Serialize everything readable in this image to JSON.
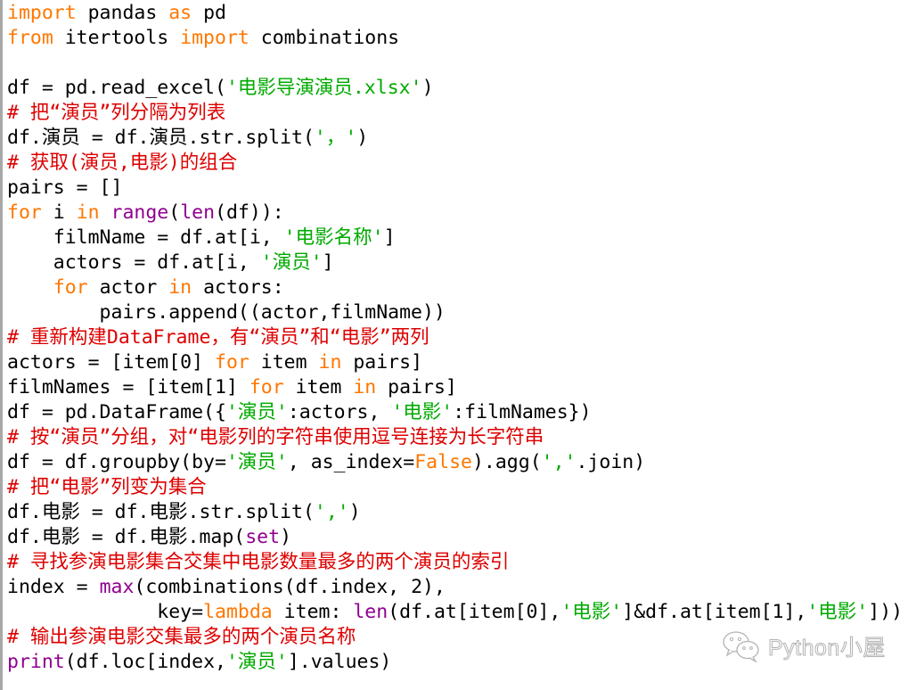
{
  "editor": {
    "language": "python",
    "colors": {
      "keyword": "#ff7700",
      "builtin": "#900090",
      "string": "#00aa00",
      "comment": "#dd0000",
      "plain": "#000000",
      "gutter_border": "#a8a8a8"
    },
    "lines": [
      [
        {
          "t": "kw",
          "v": "import"
        },
        {
          "t": "plain",
          "v": " pandas "
        },
        {
          "t": "kw",
          "v": "as"
        },
        {
          "t": "plain",
          "v": " pd"
        }
      ],
      [
        {
          "t": "kw",
          "v": "from"
        },
        {
          "t": "plain",
          "v": " itertools "
        },
        {
          "t": "kw",
          "v": "import"
        },
        {
          "t": "plain",
          "v": " combinations"
        }
      ],
      [],
      [
        {
          "t": "plain",
          "v": "df = pd.read_excel("
        },
        {
          "t": "str",
          "v": "'电影导演演员.xlsx'"
        },
        {
          "t": "plain",
          "v": ")"
        }
      ],
      [
        {
          "t": "comment",
          "v": "# 把“演员”列分隔为列表"
        }
      ],
      [
        {
          "t": "plain",
          "v": "df.演员 = df.演员.str.split("
        },
        {
          "t": "str",
          "v": "'，'"
        },
        {
          "t": "plain",
          "v": ")"
        }
      ],
      [
        {
          "t": "comment",
          "v": "# 获取(演员,电影)的组合"
        }
      ],
      [
        {
          "t": "plain",
          "v": "pairs = []"
        }
      ],
      [
        {
          "t": "kw",
          "v": "for"
        },
        {
          "t": "plain",
          "v": " i "
        },
        {
          "t": "kw",
          "v": "in"
        },
        {
          "t": "plain",
          "v": " "
        },
        {
          "t": "builtin",
          "v": "range"
        },
        {
          "t": "plain",
          "v": "("
        },
        {
          "t": "builtin",
          "v": "len"
        },
        {
          "t": "plain",
          "v": "(df)):"
        }
      ],
      [
        {
          "t": "plain",
          "v": "    filmName = df.at[i, "
        },
        {
          "t": "str",
          "v": "'电影名称'"
        },
        {
          "t": "plain",
          "v": "]"
        }
      ],
      [
        {
          "t": "plain",
          "v": "    actors = df.at[i, "
        },
        {
          "t": "str",
          "v": "'演员'"
        },
        {
          "t": "plain",
          "v": "]"
        }
      ],
      [
        {
          "t": "plain",
          "v": "    "
        },
        {
          "t": "kw",
          "v": "for"
        },
        {
          "t": "plain",
          "v": " actor "
        },
        {
          "t": "kw",
          "v": "in"
        },
        {
          "t": "plain",
          "v": " actors:"
        }
      ],
      [
        {
          "t": "plain",
          "v": "        pairs.append((actor,filmName))"
        }
      ],
      [
        {
          "t": "comment",
          "v": "# 重新构建DataFrame，有“演员”和“电影”两列"
        }
      ],
      [
        {
          "t": "plain",
          "v": "actors = [item[0] "
        },
        {
          "t": "kw",
          "v": "for"
        },
        {
          "t": "plain",
          "v": " item "
        },
        {
          "t": "kw",
          "v": "in"
        },
        {
          "t": "plain",
          "v": " pairs]"
        }
      ],
      [
        {
          "t": "plain",
          "v": "filmNames = [item[1] "
        },
        {
          "t": "kw",
          "v": "for"
        },
        {
          "t": "plain",
          "v": " item "
        },
        {
          "t": "kw",
          "v": "in"
        },
        {
          "t": "plain",
          "v": " pairs]"
        }
      ],
      [
        {
          "t": "plain",
          "v": "df = pd.DataFrame({"
        },
        {
          "t": "str",
          "v": "'演员'"
        },
        {
          "t": "plain",
          "v": ":actors, "
        },
        {
          "t": "str",
          "v": "'电影'"
        },
        {
          "t": "plain",
          "v": ":filmNames})"
        }
      ],
      [
        {
          "t": "comment",
          "v": "# 按“演员”分组，对“电影列的字符串使用逗号连接为长字符串"
        }
      ],
      [
        {
          "t": "plain",
          "v": "df = df.groupby(by="
        },
        {
          "t": "str",
          "v": "'演员'"
        },
        {
          "t": "plain",
          "v": ", as_index="
        },
        {
          "t": "kw",
          "v": "False"
        },
        {
          "t": "plain",
          "v": ").agg("
        },
        {
          "t": "str",
          "v": "','"
        },
        {
          "t": "plain",
          "v": ".join)"
        }
      ],
      [
        {
          "t": "comment",
          "v": "# 把“电影”列变为集合"
        }
      ],
      [
        {
          "t": "plain",
          "v": "df.电影 = df.电影.str.split("
        },
        {
          "t": "str",
          "v": "','"
        },
        {
          "t": "plain",
          "v": ")"
        }
      ],
      [
        {
          "t": "plain",
          "v": "df.电影 = df.电影.map("
        },
        {
          "t": "builtin",
          "v": "set"
        },
        {
          "t": "plain",
          "v": ")"
        }
      ],
      [
        {
          "t": "comment",
          "v": "# 寻找参演电影集合交集中电影数量最多的两个演员的索引"
        }
      ],
      [
        {
          "t": "plain",
          "v": "index = "
        },
        {
          "t": "builtin",
          "v": "max"
        },
        {
          "t": "plain",
          "v": "(combinations(df.index, 2),"
        }
      ],
      [
        {
          "t": "plain",
          "v": "             key="
        },
        {
          "t": "kw",
          "v": "lambda"
        },
        {
          "t": "plain",
          "v": " item: "
        },
        {
          "t": "builtin",
          "v": "len"
        },
        {
          "t": "plain",
          "v": "(df.at[item[0],"
        },
        {
          "t": "str",
          "v": "'电影'"
        },
        {
          "t": "plain",
          "v": "]&df.at[item[1],"
        },
        {
          "t": "str",
          "v": "'电影'"
        },
        {
          "t": "plain",
          "v": "]))"
        }
      ],
      [
        {
          "t": "comment",
          "v": "# 输出参演电影交集最多的两个演员名称"
        }
      ],
      [
        {
          "t": "builtin",
          "v": "print"
        },
        {
          "t": "plain",
          "v": "(df.loc[index,"
        },
        {
          "t": "str",
          "v": "'演员'"
        },
        {
          "t": "plain",
          "v": "].values)"
        }
      ]
    ]
  },
  "watermark": {
    "icon": "wechat-icon",
    "text": "Python小屋"
  }
}
